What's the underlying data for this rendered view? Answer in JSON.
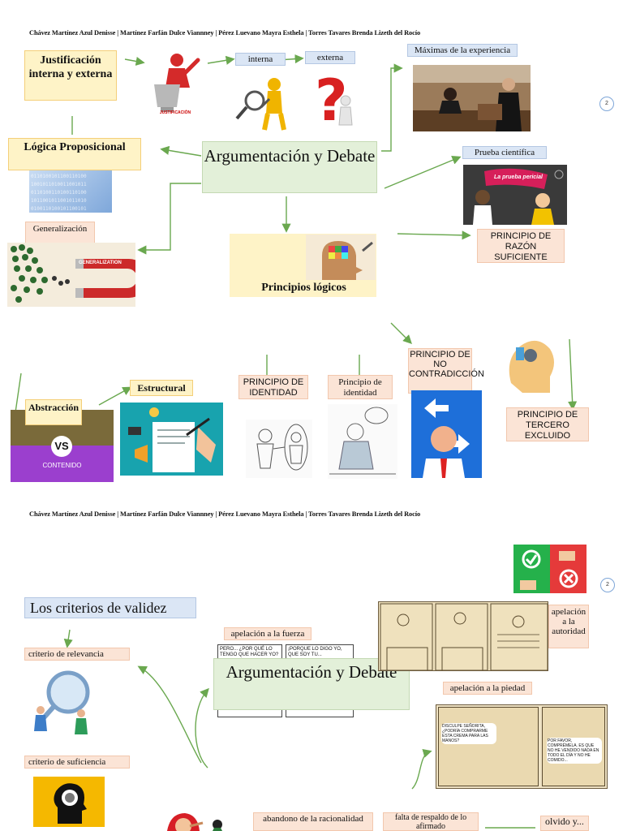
{
  "authors": "Chávez Martínez Azul Denisse | Martínez Farfán Dulce Viannney | Pérez Luevano Mayra Esthela | Torres Tavares Brenda Lizeth del Rocío",
  "page1": {
    "page_number": "2",
    "central": "Argumentación y Debate",
    "justificacion": "Justificación interna y externa",
    "justificacion_img_caption": "JUSTIFICACIÓN",
    "interna": "interna",
    "externa": "externa",
    "maximas": "Máximas de la experiencia",
    "logica": "Lógica Proposicional",
    "prueba": "Prueba científica",
    "prueba_img_caption": "La prueba pericial",
    "generalizacion": "Generalización",
    "generalization_banner": "GENERALIZATION",
    "principios": "Principios lógicos",
    "razon": "PRINCIPIO DE RAZÓN SUFICIENTE",
    "no_contradiccion": "PRINCIPIO DE NO CONTRADICCIÓN",
    "identidad_upper": "PRINCIPIO DE IDENTIDAD",
    "identidad_lower": "Principio de identidad",
    "tercero": "PRINCIPIO DE TERCERO EXCLUIDO",
    "estructural": "Estructural",
    "abstraccion": "Abstracción",
    "vs": "VS",
    "contenido": "CONTENIDO"
  },
  "page2": {
    "page_number": "2",
    "central": "Argumentación y Debate",
    "criterios": "Los criterios de validez",
    "relevancia": "criterio de relevancia",
    "suficiencia": "criterio de suficiencia",
    "fuerza": "apelación a la fuerza",
    "comic_fuerza_1": "PERO... ¿POR QUÉ LO TENGO QUE HACER YO?",
    "comic_fuerza_2": "¡PORQUE LO DIGO YO, QUE SOY TU...",
    "autoridad": "apelación a la autoridad",
    "piedad": "apelación a la piedad",
    "comic_piedad_1": "DISCULPE SEÑORITA, ¿PODRÍA COMPRARME ESTA CREMA PARA LAS MANOS?",
    "comic_piedad_2": "POR FAVOR, COMPRÉMELA. ES QUE NO HE VENDIDO NADA EN TODO EL DÍA Y NO HE COMIDO...",
    "abandono": "abandono de la racionalidad",
    "falta": "falta de respaldo de lo afirmado",
    "olvido": "olvido y..."
  },
  "colors": {
    "connector": "#6aa84f",
    "box_yellow": "#fef3c7",
    "box_green": "#e3f0d9",
    "box_blue": "#dbe6f5",
    "box_peach": "#fbe4d6"
  }
}
